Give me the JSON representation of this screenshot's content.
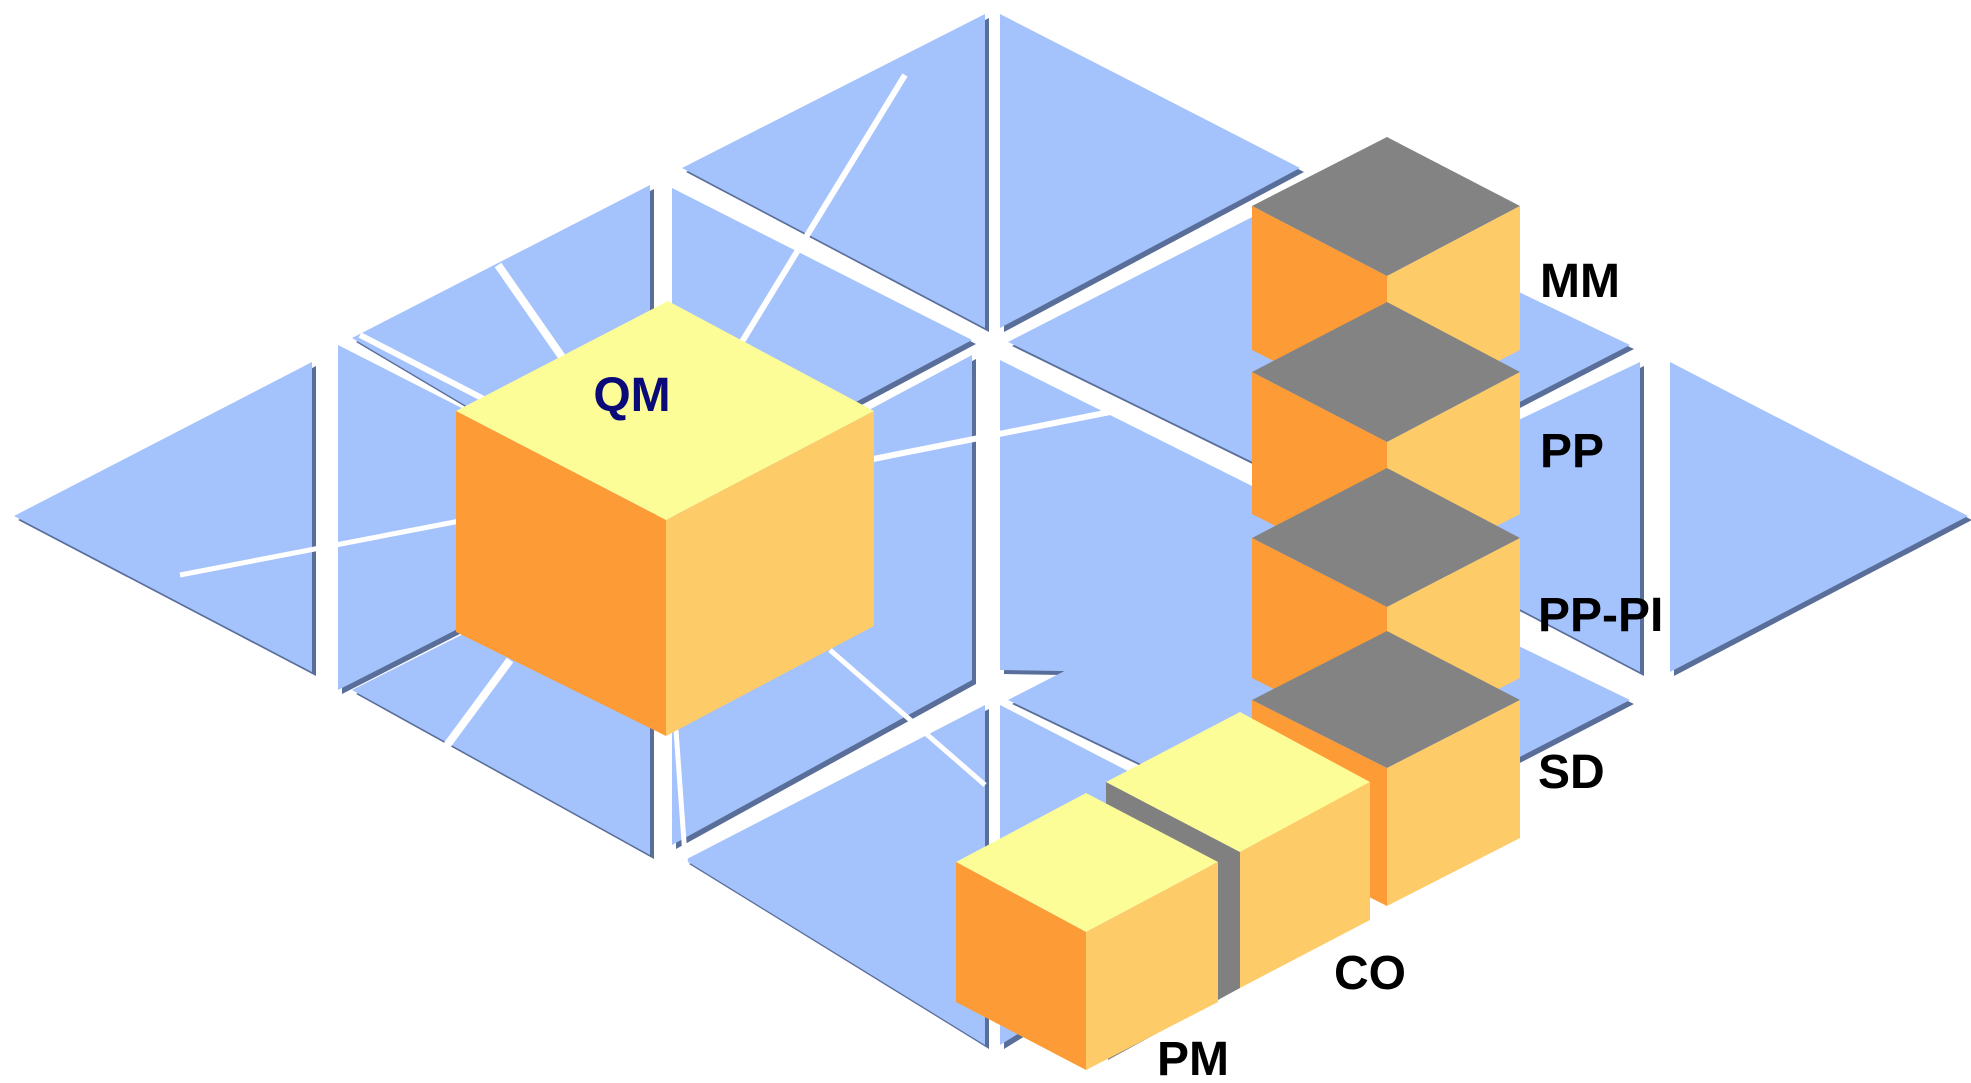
{
  "colors": {
    "tile": "#a4c2fc",
    "tile_shadow": "#5a6e9a",
    "tile_highlight": "#ffffff",
    "cube_top": "#fdfd98",
    "cube_left": "#fd9c36",
    "cube_right": "#fdcb68",
    "cube_top_gray": "#838383",
    "cube_shadow": "#808080",
    "label_default": "#000000",
    "label_qm": "#0a0a78"
  },
  "modules": {
    "qm": "QM",
    "mm": "MM",
    "pp": "PP",
    "pp_pi": "PP-PI",
    "sd": "SD",
    "co": "CO",
    "pm": "PM"
  }
}
